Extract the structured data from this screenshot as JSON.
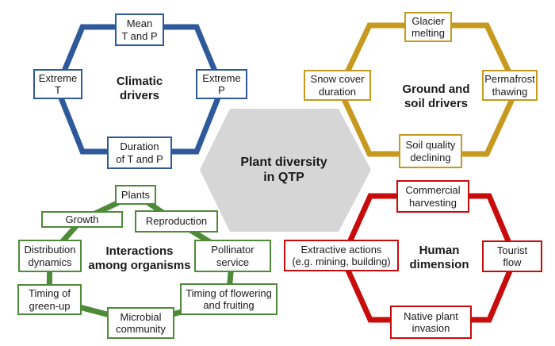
{
  "figure_title": "Plant diversity in QTP framework diagram",
  "colors": {
    "climatic": "#2E5A9C",
    "ground": "#C7991E",
    "interactions": "#4F8A39",
    "human": "#C80B0B",
    "center_fill": "#D6D6D6",
    "node_background": "#FFFFFF",
    "text": "#1A1A1A"
  },
  "center": {
    "label": "Plant diversity\nin QTP"
  },
  "groups": {
    "climatic": {
      "label": "Climatic\ndrivers",
      "nodes": [
        "Mean\nT and P",
        "Extreme\nT",
        "Extreme\nP",
        "Duration\nof T and P"
      ]
    },
    "ground": {
      "label": "Ground and\nsoil drivers",
      "nodes": [
        "Glacier\nmelting",
        "Snow cover\nduration",
        "Permafrost\nthawing",
        "Soil quality\ndeclining"
      ]
    },
    "interactions": {
      "label": "Interactions\namong organisms",
      "nodes": [
        "Plants",
        "Growth",
        "Reproduction",
        "Distribution\ndynamics",
        "Pollinator\nservice",
        "Timing of\ngreen-up",
        "Timing of flowering\nand fruiting",
        "Microbial\ncommunity"
      ]
    },
    "human": {
      "label": "Human\ndimension",
      "nodes": [
        "Commercial\nharvesting",
        "Extractive actions\n(e.g. mining, building)",
        "Tourist\nflow",
        "Native plant\ninvasion"
      ]
    }
  }
}
